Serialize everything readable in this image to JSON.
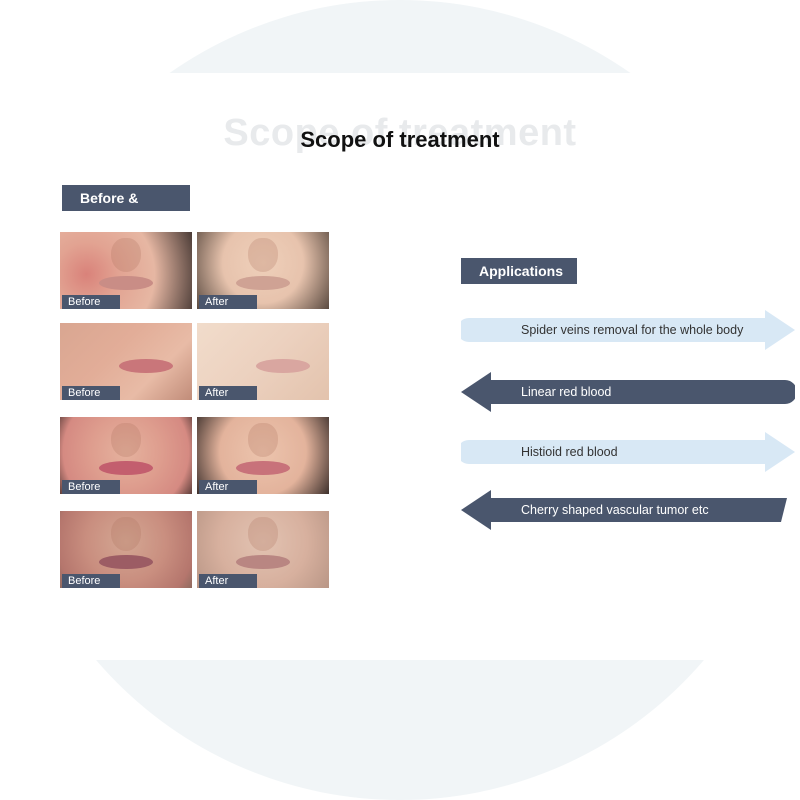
{
  "page": {
    "watermark": "Scope of treatment",
    "title": "Scope of treatment"
  },
  "before_after": {
    "tag": "Before & After",
    "rows": [
      {
        "before": "Before",
        "after": "After"
      },
      {
        "before": "Before",
        "after": "After"
      },
      {
        "before": "Before",
        "after": "After"
      },
      {
        "before": "Before",
        "after": "After"
      }
    ]
  },
  "applications": {
    "tag": "Applications",
    "items": [
      {
        "label": "Spider veins removal for the whole body",
        "style": "light",
        "direction": "right"
      },
      {
        "label": "Linear red blood",
        "style": "dark",
        "direction": "left"
      },
      {
        "label": "Histioid red blood",
        "style": "light",
        "direction": "right"
      },
      {
        "label": "Cherry shaped vascular tumor etc",
        "style": "dark",
        "direction": "left"
      }
    ]
  },
  "colors": {
    "tag_bg": "#4a566d",
    "arrow_light": "#d8e8f5",
    "arrow_dark": "#4a566d",
    "circle_bg": "#f1f5f7"
  }
}
